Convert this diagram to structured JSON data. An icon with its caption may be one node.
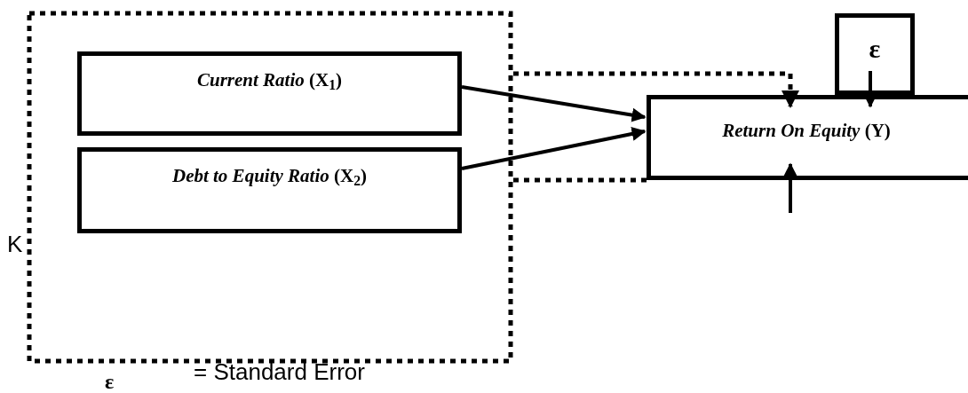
{
  "diagram": {
    "nodes": [
      {
        "text": [],
        "shape": "box"
      },
      {
        "text": [
          "*Current Ratio* (X$_{1}$)"
        ],
        "in": 0
      },
      {
        "text": [
          "*Debt to Equity Ratio* (X$_{2}$)"
        ],
        "in": 0
      },
      {
        "text": [
          "*Return On Equity* (Y)"
        ]
      },
      {
        "text": [
          "ε"
        ]
      }
    ],
    "edges": [
      {
        "from": 1,
        "to": 3,
        "arrow": "to"
      },
      {
        "from": 2,
        "to": 3,
        "arrow": "to"
      },
      {
        "from": 0,
        "to": 3,
        "arrow": "to",
        "style": "dashed"
      },
      {
        "from": 0,
        "to": 3,
        "arrow": "none",
        "style": "dashed"
      },
      {
        "from": null,
        "to": 3,
        "arrow": "to"
      },
      {
        "from": 4,
        "to": 3,
        "arrow": "to"
      }
    ],
    "labels": [
      "K",
      "ε",
      "= Standard Error"
    ]
  }
}
